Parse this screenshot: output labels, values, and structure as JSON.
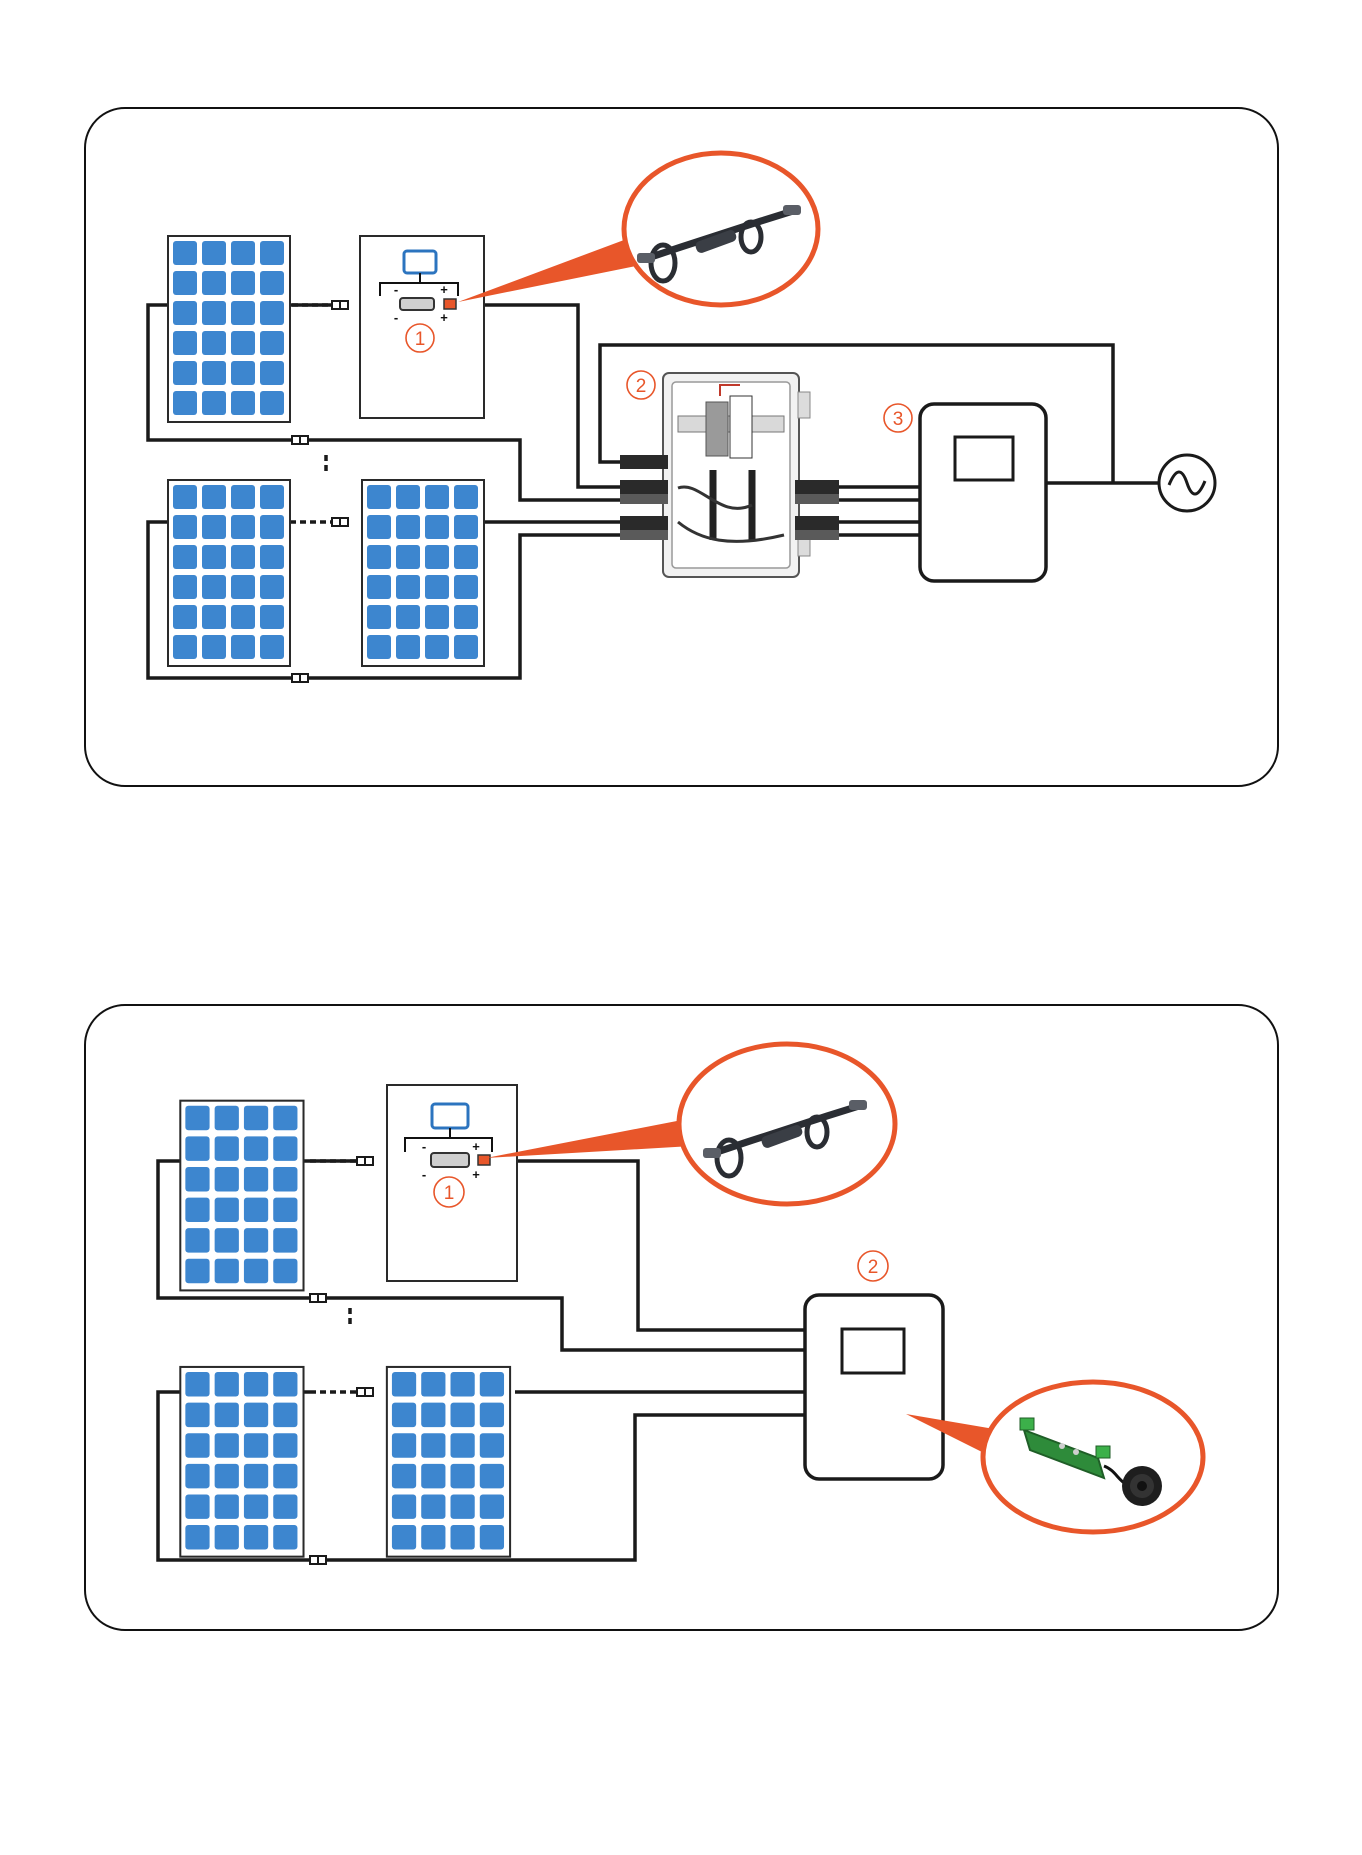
{
  "colors": {
    "panel_cell": "#3d86cf",
    "panel_frame": "#2a2a2a",
    "accent": "#e8562a",
    "wire": "#1a1a1a",
    "frame_border": "#111111"
  },
  "diagram_top": {
    "labels": {
      "rsd_marker": "1",
      "combiner_marker": "2",
      "inverter_marker": "3"
    },
    "terminals": {
      "minus": "-",
      "plus": "+"
    },
    "icons": [
      "solar-panel-icon",
      "rapid-shutdown-device-icon",
      "junction-box-icon",
      "inverter-icon",
      "ac-grid-icon",
      "cable-assembly-photo-icon"
    ]
  },
  "diagram_bottom": {
    "labels": {
      "rsd_marker": "1",
      "inverter_marker": "2"
    },
    "terminals": {
      "minus": "-",
      "plus": "+"
    },
    "icons": [
      "solar-panel-icon",
      "rapid-shutdown-device-icon",
      "inverter-icon",
      "cable-assembly-photo-icon",
      "circuit-board-photo-icon"
    ]
  }
}
